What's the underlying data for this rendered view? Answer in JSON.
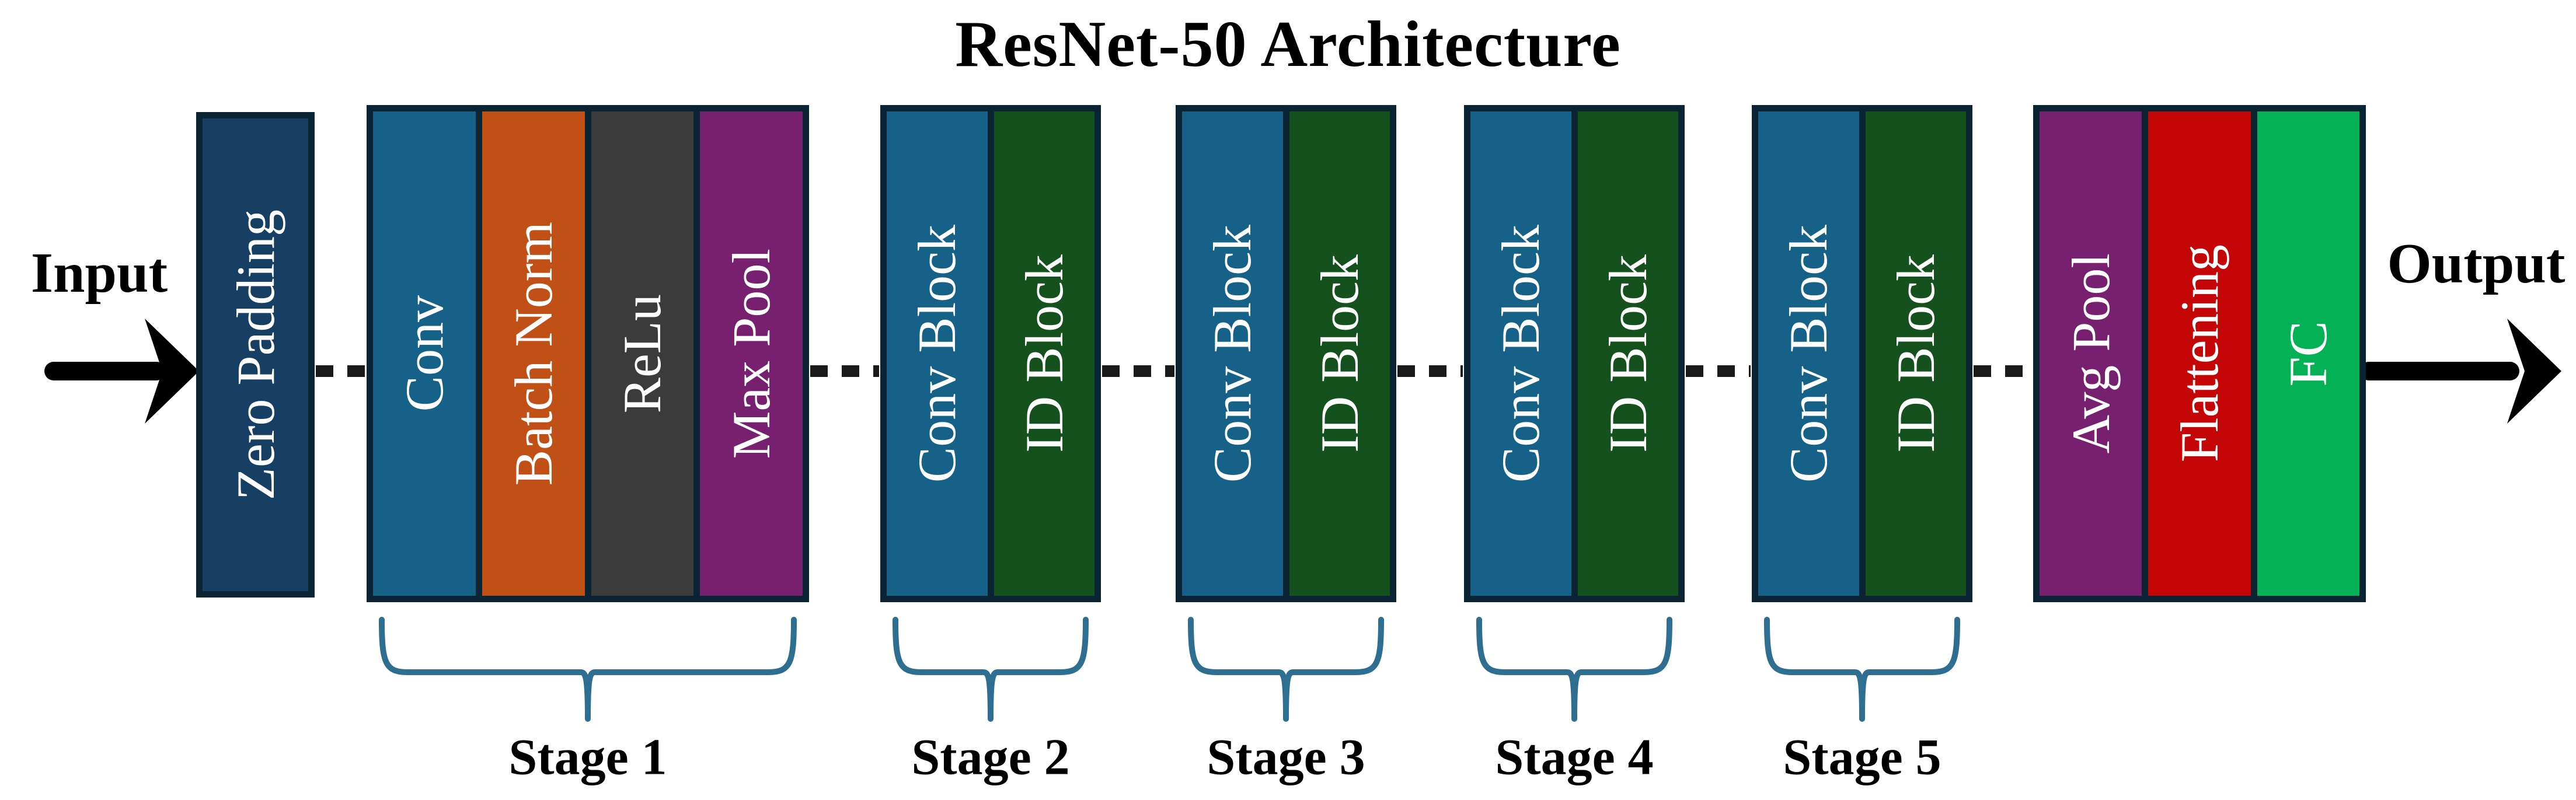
{
  "title": "ResNet-50 Architecture",
  "input_label": "Input",
  "output_label": "Output",
  "colors": {
    "background": "#ffffff",
    "group_border": "#0b2433",
    "block_text": "#ffffff",
    "label_text": "#000000",
    "arrow": "#000000",
    "dash_line": "#1a1a1a",
    "brace": "#2e6e91",
    "zero_padding": "#173e63",
    "conv": "#166187",
    "batch_norm": "#c05015",
    "relu": "#3b3b3b",
    "max_pool": "#76206f",
    "id_block": "#15511c",
    "avg_pool": "#76206f",
    "flattening": "#c40606",
    "fc": "#04b155"
  },
  "groups": [
    {
      "name": "zero-padding",
      "stage_label": "",
      "blocks": [
        {
          "label": "Zero Padding",
          "color": "#173e63"
        }
      ]
    },
    {
      "name": "stage-1",
      "stage_label": "Stage 1",
      "blocks": [
        {
          "label": "Conv",
          "color": "#166187"
        },
        {
          "label": "Batch Norm",
          "color": "#c05015"
        },
        {
          "label": "ReLu",
          "color": "#3b3b3b"
        },
        {
          "label": "Max Pool",
          "color": "#76206f"
        }
      ]
    },
    {
      "name": "stage-2",
      "stage_label": "Stage 2",
      "blocks": [
        {
          "label": "Conv Block",
          "color": "#166187"
        },
        {
          "label": "ID Block",
          "color": "#15511c"
        }
      ]
    },
    {
      "name": "stage-3",
      "stage_label": "Stage 3",
      "blocks": [
        {
          "label": "Conv Block",
          "color": "#166187"
        },
        {
          "label": "ID Block",
          "color": "#15511c"
        }
      ]
    },
    {
      "name": "stage-4",
      "stage_label": "Stage 4",
      "blocks": [
        {
          "label": "Conv Block",
          "color": "#166187"
        },
        {
          "label": "ID Block",
          "color": "#15511c"
        }
      ]
    },
    {
      "name": "stage-5",
      "stage_label": "Stage 5",
      "blocks": [
        {
          "label": "Conv Block",
          "color": "#166187"
        },
        {
          "label": "ID Block",
          "color": "#15511c"
        }
      ]
    },
    {
      "name": "output-head",
      "stage_label": "",
      "blocks": [
        {
          "label": "Avg Pool",
          "color": "#76206f"
        },
        {
          "label": "Flattening",
          "color": "#c40606"
        },
        {
          "label": "FC",
          "color": "#04b155"
        }
      ]
    }
  ]
}
